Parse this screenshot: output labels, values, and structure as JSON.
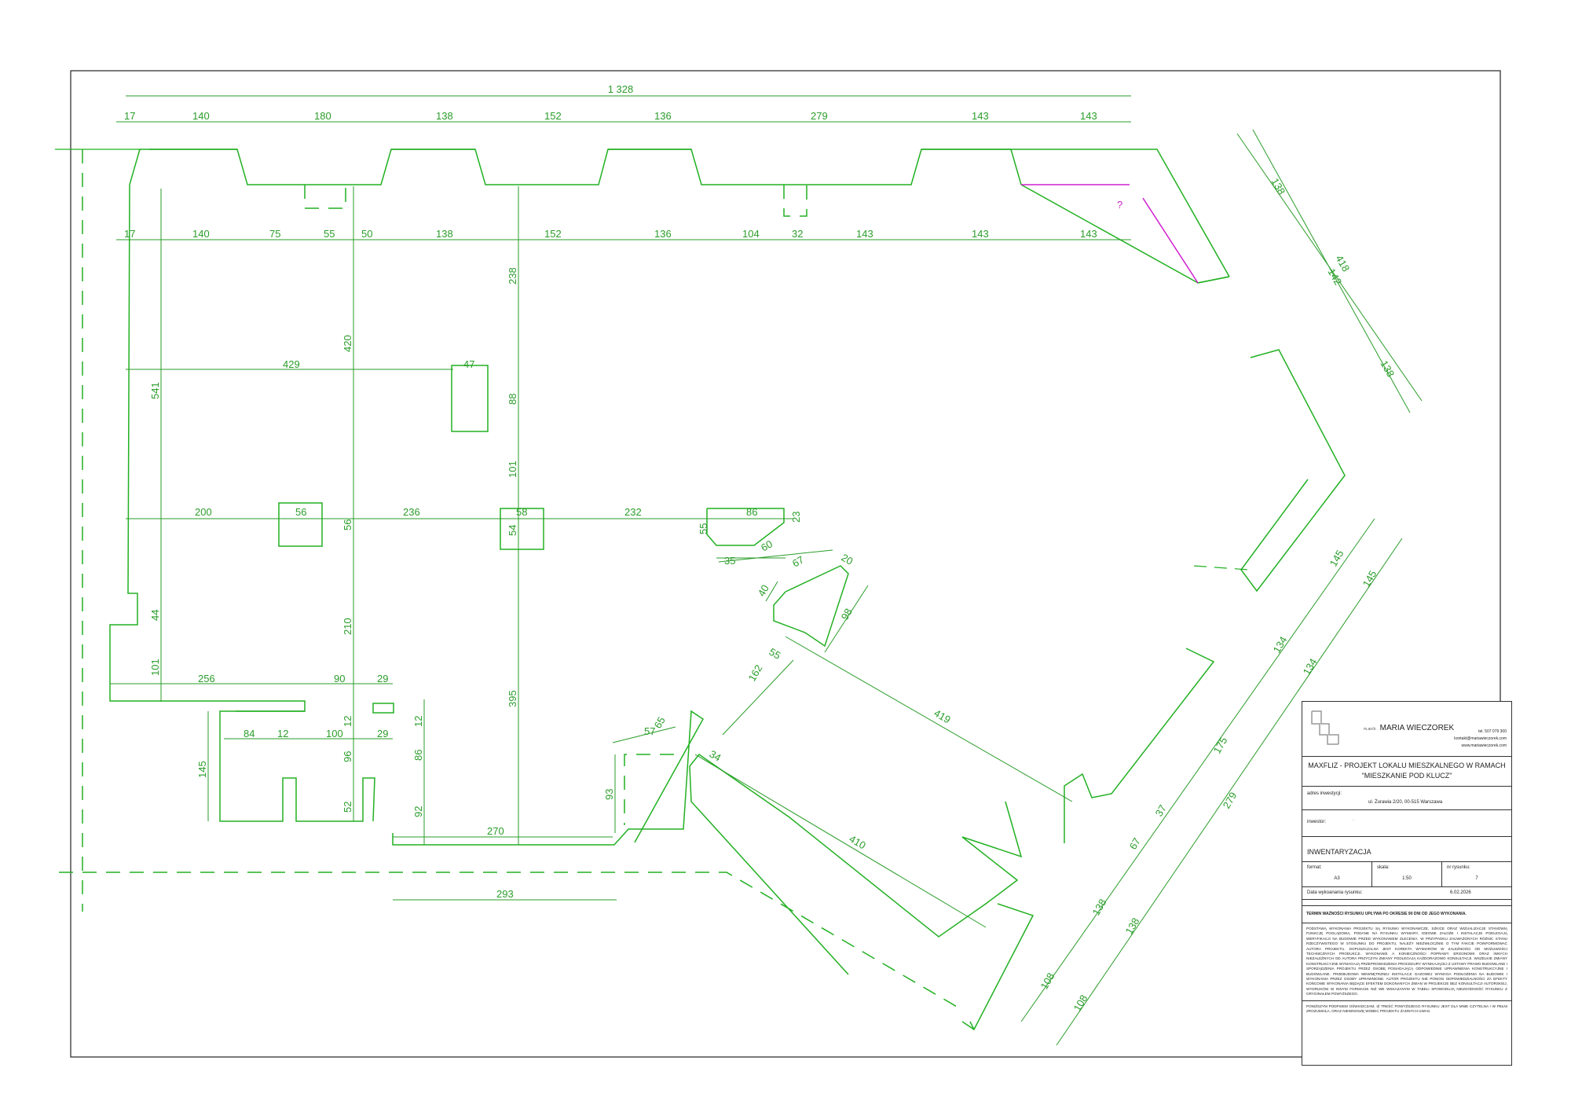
{
  "plan": {
    "dimensions": {
      "total_top": "1 328",
      "top_row": [
        "17",
        "140",
        "180",
        "138",
        "152",
        "136",
        "279",
        "143",
        "143"
      ],
      "second_row": [
        "17",
        "140",
        "75",
        "55",
        "50",
        "138",
        "152",
        "136",
        "104",
        "32",
        "143",
        "143",
        "143"
      ],
      "v_541": "541",
      "v_420": "420",
      "v_238": "238",
      "v_88": "88",
      "v_101a": "101",
      "v_56a": "56",
      "v_54": "54",
      "v_210": "210",
      "v_395": "395",
      "v_44": "44",
      "v_101b": "101",
      "v_12a": "12",
      "v_96": "96",
      "v_52": "52",
      "v_12b": "12",
      "v_86": "86",
      "v_92": "92",
      "v_145": "145",
      "v_93": "93",
      "h_429": "429",
      "h_47": "47",
      "h_200": "200",
      "h_56": "56",
      "h_236": "236",
      "h_58": "58",
      "h_232": "232",
      "h_86": "86",
      "v_55": "55",
      "v_23": "23",
      "h_35": "35",
      "h_60": "60",
      "h_67": "67",
      "h_20": "20",
      "h_40": "40",
      "h_98": "98",
      "h_55b": "55",
      "h_162": "162",
      "h_419": "419",
      "h_256": "256",
      "h_90": "90",
      "h_29a": "29",
      "h_84": "84",
      "h_12": "12",
      "h_100": "100",
      "h_29b": "29",
      "h_57": "57",
      "h_65": "65",
      "h_34": "34",
      "h_410": "410",
      "h_270": "270",
      "h_293": "293",
      "r_138a": "138",
      "r_418": "418",
      "r_142": "142",
      "r_138b": "138",
      "r_145a": "145",
      "r_145b": "145",
      "r_134a": "134",
      "r_134b": "134",
      "r_175": "175",
      "r_279": "279",
      "r_37": "37",
      "r_67": "67",
      "r_138c": "138",
      "r_138d": "138",
      "r_108a": "108",
      "r_108b": "108",
      "question": "?"
    },
    "colors": {
      "walls": "#22b022",
      "dims": "#2a9d2a",
      "accent": "#d020d0",
      "frame": "#333333"
    }
  },
  "title_block": {
    "arch_prefix": "m.arch.",
    "architect": "MARIA WIECZOREK",
    "phone": "tel. 507 079 300",
    "email": "kontakt@mariawieczorek.com",
    "web": "www.mariawieczorek.com",
    "project": "MAXFLIZ - PROJEKT LOKALU MIESZKALNEGO W RAMACH \"MIESZKANIE POD KLUCZ\"",
    "address_label": "adres inwestycji:",
    "address": "ul. Żurawia 2/20, 00-515 Warszawa",
    "investor_label": "inwestor:",
    "investor": "·",
    "drawing_type": "INWENTARYZACJA",
    "format_label": "format:",
    "format": "A3",
    "scale_label": "skala:",
    "scale": "1:50",
    "number_label": "nr rysunku:",
    "number": "7",
    "date_label": "Data wykoanania rysunku:",
    "date": "6.02.2026",
    "terms": "TERMIN WAŻNOŚCI RYSUNKU UPŁYWA PO OKRESIE 90 DNI OD JEGO WYKONANIA.",
    "note": "PODSTAWĄ WYKONANIA PROJEKTU SĄ RYSUNKI WYKONAWCZE, SZKICE ORAZ WIZUALIZACJE STANOWIĄ FUNKCJĘ POGLĄDOWĄ. PODANE NA RYSUNKU WYMIARY, IDEOWE ZAŁOŻE I INSTALACJE PODLEGAJĄ WERYFIKACJI NA BUDOWIE PRZED WYKONANIEM ZLECENIA. W PRZYPADKU ZAUWAŻONYCH RÓŻNIC STANU RZECZYWISTEGO W STOSUNKU DO PROJEKTU, NALEŻY NIEZWŁOCZNIE O TYM FAKCIE POINFORMOWAĆ AUTORA PROJEKTU. DOPUSZCZALNA JEST KOREKTA WYMIARÓW W ZALEŻNOŚCI OD MOŻLIWOŚCI TECHNICZNYCH PRODUKCJI. WYKONANIE A KONIECZNOŚCI POPRAWY ERGONOMII ORAZ INNYCH NIEZALEŻNYCH OD AUTORA PRZYCZYN ZMIANY PODLEGAJĄ KAŻDORAZOWO KONSULTACJI. WSZELKIE ZMIANY KONSTRUKCYJNE WYMAGAJĄ PRZEPROWADZENIA PROCEDURY WYNIKAJĄCEJ Z USTAWY PRAWO BUDOWLANE I SPORZĄDZENIA PROJEKTU PRZEZ OSOBĘ POSIADAJĄCĄ ODPOWIEDNIE UPRAWNIENIA KONSTRUKCYJNE I BUDOWLANE. PRZEBUDOWA WEWNĘTRZNEJ INSTALACJI GAZOWEJ WYMAGA PODŁOŻENIA NA BUDOWIE I WYKONANIA PRZEZ OSOBY UPRAWNIONE. AUTOR PROJEKTU NIE PONOSI ODPOWIEDZIALNOŚCI ZA EFEKTY KOŃCOWE WYKONANIA BĘDĄCE EFEKTEM DOKONANYCH ZMIAN W PROJEKCIE BEZ KONSULTACJI AUTORSKIEJ, WYDRUKÓW W INNYM FORMACIE NIŻ WE WSKAZANYM W TABELI SPOWODUJĄ NIEZGODNOŚĆ RYSUNKU Z ORYGINAŁEM POWYŻSZEGO.",
    "confirm": "PONIŻSZYM PODPISEM OŚWIADCZAM, IŻ TREŚĆ POWYŻSZEGO RYSUNKU JEST DLA MNIE CZYTELNA I W PEŁNI ZROZUMIAŁA, ORAZ NIEWNOSZĘ WOBEC PROJEKTU ŻADNYCH UWAG."
  }
}
